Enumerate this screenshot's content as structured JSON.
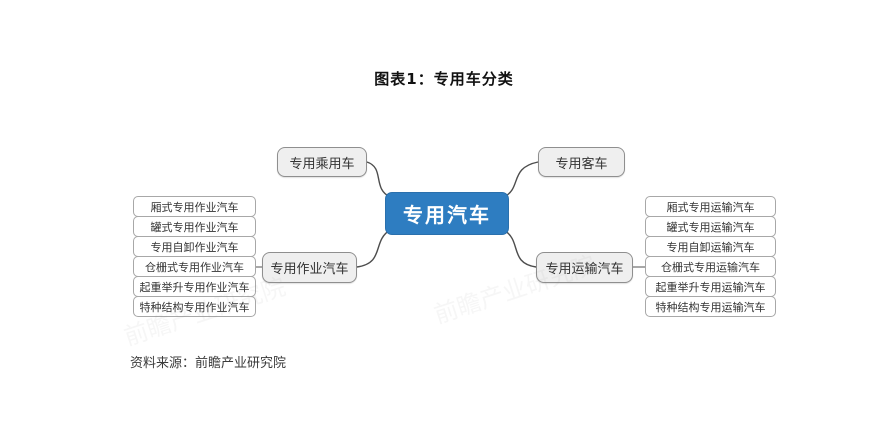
{
  "page": {
    "title": "图表1：专用车分类",
    "source": "资料来源：前瞻产业研究院",
    "watermark": "前瞻产业研究院"
  },
  "colors": {
    "root_node_fill": "#2e7dc1",
    "branch_node_fill": "#efefef",
    "connector_stroke": "#4d4d4d"
  },
  "diagram": {
    "root": "专用汽车",
    "top_left": "专用乘用车",
    "top_right": "专用客车",
    "left_branch": "专用作业汽车",
    "right_branch": "专用运输汽车",
    "left_leaves": [
      "厢式专用作业汽车",
      "罐式专用作业汽车",
      "专用自卸作业汽车",
      "仓栅式专用作业汽车",
      "起重举升专用作业汽车",
      "特种结构专用作业汽车"
    ],
    "right_leaves": [
      "厢式专用运输汽车",
      "罐式专用运输汽车",
      "专用自卸运输汽车",
      "仓栅式专用运输汽车",
      "起重举升专用运输汽车",
      "特种结构专用运输汽车"
    ]
  }
}
